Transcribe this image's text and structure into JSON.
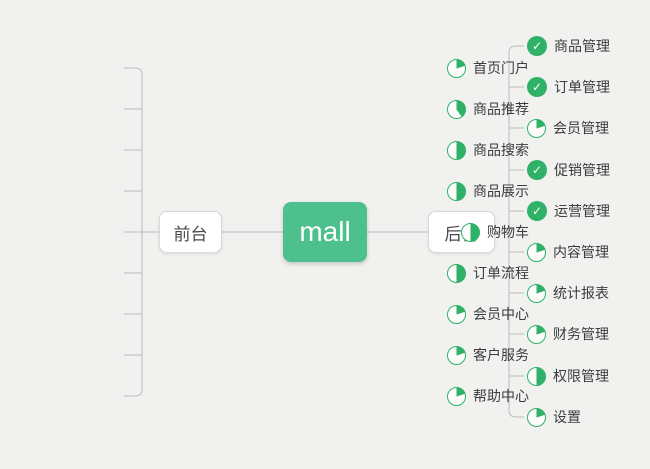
{
  "root": {
    "label": "mall"
  },
  "branches": [
    {
      "id": "frontend",
      "label": "前台",
      "side": "left",
      "children": [
        {
          "label": "首页门户",
          "progress": 20
        },
        {
          "label": "商品推荐",
          "progress": 40
        },
        {
          "label": "商品搜索",
          "progress": 50
        },
        {
          "label": "商品展示",
          "progress": 50
        },
        {
          "label": "购物车",
          "progress": 50
        },
        {
          "label": "订单流程",
          "progress": 50
        },
        {
          "label": "会员中心",
          "progress": 20
        },
        {
          "label": "客户服务",
          "progress": 20
        },
        {
          "label": "帮助中心",
          "progress": 20
        }
      ]
    },
    {
      "id": "backend",
      "label": "后台",
      "side": "right",
      "children": [
        {
          "label": "商品管理",
          "progress": 100
        },
        {
          "label": "订单管理",
          "progress": 100
        },
        {
          "label": "会员管理",
          "progress": 20
        },
        {
          "label": "促销管理",
          "progress": 100
        },
        {
          "label": "运营管理",
          "progress": 100
        },
        {
          "label": "内容管理",
          "progress": 20
        },
        {
          "label": "统计报表",
          "progress": 20
        },
        {
          "label": "财务管理",
          "progress": 20
        },
        {
          "label": "权限管理",
          "progress": 50
        },
        {
          "label": "设置",
          "progress": 20
        }
      ]
    }
  ],
  "icons": {
    "done_glyph": "✓",
    "pie_icon_name": "progress-pie-icon",
    "check_icon_name": "progress-check-icon"
  },
  "colors": {
    "background": "#f1f1ef",
    "connector_line": "#bcbcbc",
    "icon_green": "#2fb167",
    "root_node_green": "#4dc08d"
  }
}
